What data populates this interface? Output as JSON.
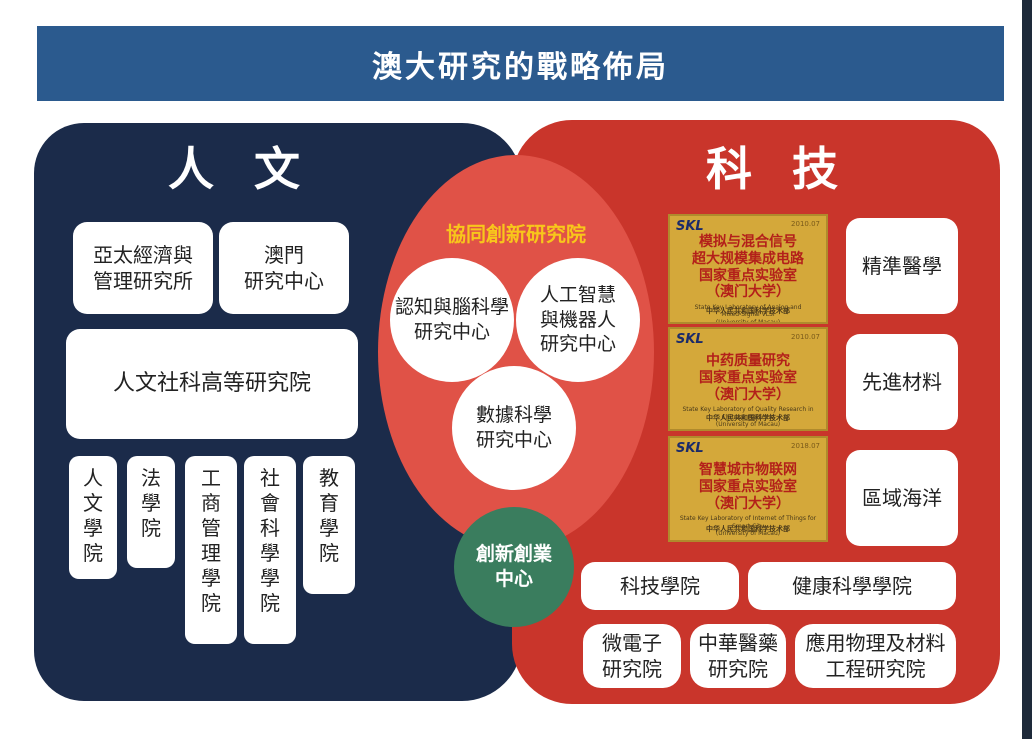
{
  "title": "澳大研究的戰略佈局",
  "humanities": {
    "heading": "人 文",
    "institutes": [
      {
        "label": "亞太經濟與\n管理研究所"
      },
      {
        "label": "澳門\n研究中心"
      },
      {
        "label": "人文社科高等研究院"
      }
    ],
    "faculties": [
      "人\n文\n學\n院",
      "法\n學\n院",
      "工\n商\n管\n理\n學\n院",
      "社\n會\n科\n學\n學\n院",
      "教\n育\n學\n院"
    ]
  },
  "collaboration": {
    "title": "協同創新研究院",
    "centers": [
      "認知與腦科學\n研究中心",
      "人工智慧\n與機器人\n研究中心",
      "數據科學\n研究中心"
    ],
    "innovation": "創新創業\n中心"
  },
  "technology": {
    "heading": "科 技",
    "labs": [
      {
        "cn": "模拟与混合信号\n超大规模集成电路\n国家重点实验室\n（澳门大学）",
        "en": "State Key Laboratory of Analog and\nMixed-Signal VLSI\n(University of Macau)",
        "sig": "中华人民共和国科学技术部",
        "year": "2010.07",
        "logo": "SKL"
      },
      {
        "cn": "中药质量研究\n国家重点实验室\n（澳门大学）",
        "en": "State Key Laboratory of Quality Research in Chinese Medicine\n(University of Macau)",
        "sig": "中华人民共和国科学技术部",
        "year": "2010.07",
        "logo": "SKL"
      },
      {
        "cn": "智慧城市物联网\n国家重点实验室\n（澳门大学）",
        "en": "State Key Laboratory of Internet of Things for Smart City\n(University of Macau)",
        "sig": "中华人民共和国科学技术部",
        "year": "2018.07",
        "logo": "SKL"
      }
    ],
    "areas": [
      "精準醫學",
      "先進材料",
      "區域海洋"
    ],
    "faculties": [
      "科技學院",
      "健康科學學院"
    ],
    "institutes": [
      "微電子\n研究院",
      "中華醫藥\n研究院",
      "應用物理及材料\n工程研究院"
    ]
  },
  "colors": {
    "banner": "#2b5a8e",
    "humanities": "#1b2b4a",
    "technology": "#c9352b",
    "collaboration": "#e05247",
    "innovation": "#3a7d5e",
    "accent": "#f8c61b"
  }
}
